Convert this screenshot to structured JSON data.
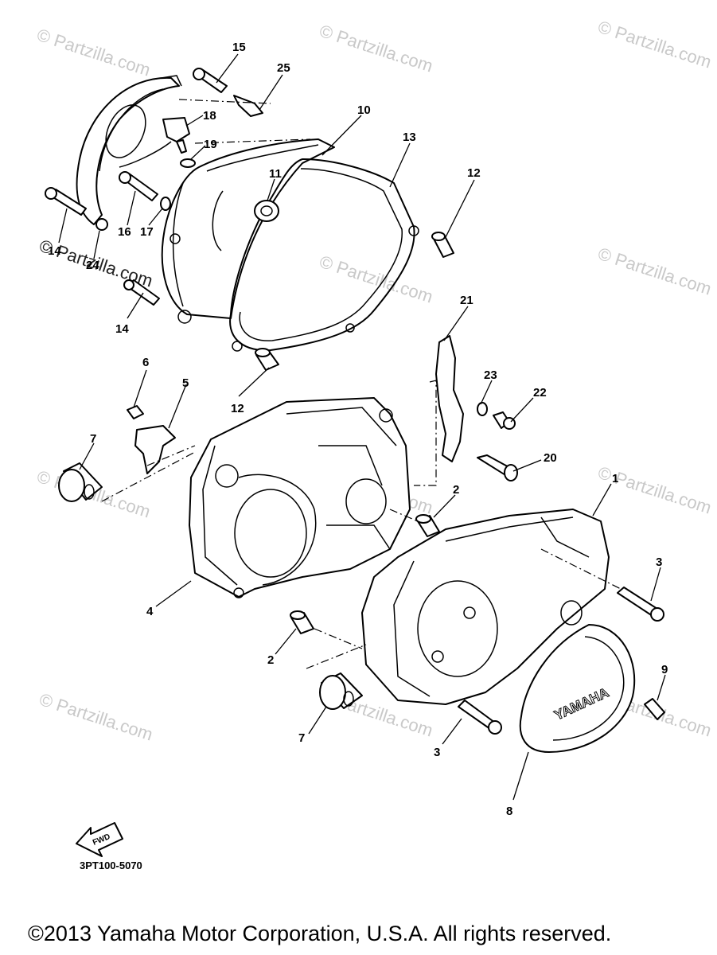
{
  "diagram": {
    "code": "3PT100-5070",
    "copyright": "©2013 Yamaha Motor Corporation, U.S.A. All rights reserved.",
    "brand_on_cover": "YAMAHA",
    "fwd_label": "FWD",
    "watermark": "© Partzilla.com"
  },
  "callouts": [
    "1",
    "2",
    "2",
    "3",
    "3",
    "4",
    "5",
    "6",
    "7",
    "7",
    "8",
    "9",
    "10",
    "11",
    "12",
    "12",
    "13",
    "14",
    "14",
    "15",
    "16",
    "17",
    "18",
    "19",
    "20",
    "21",
    "22",
    "23",
    "24",
    "25"
  ]
}
